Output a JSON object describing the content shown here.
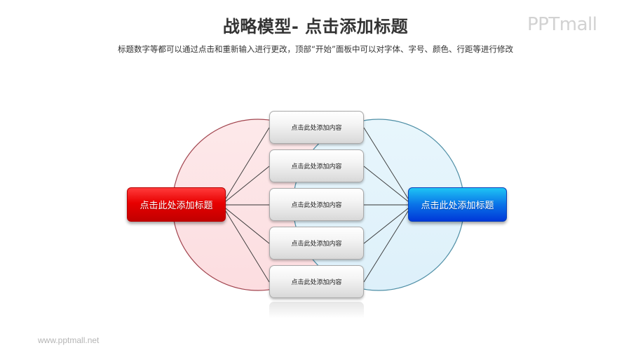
{
  "header": {
    "title": "战略模型- 点击添加标题",
    "subtitle": "标题数字等都可以通过点击和重新输入进行更改，顶部“开始”面板中可以对字体、字号、颜色、行距等进行修改"
  },
  "logo": {
    "text": "PPTmall"
  },
  "footer": {
    "url": "www.pptmall.net"
  },
  "diagram": {
    "left_heading": "点击此处添加标题",
    "right_heading": "点击此处添加标题",
    "items": [
      {
        "label": "点击此处添加内容"
      },
      {
        "label": "点击此处添加内容"
      },
      {
        "label": "点击此处添加内容"
      },
      {
        "label": "点击此处添加内容"
      },
      {
        "label": "点击此处添加内容"
      }
    ],
    "colors": {
      "left_circle_fill": "#fde3e5",
      "left_circle_stroke": "#a2454f",
      "right_circle_fill": "#e3f3fb",
      "right_circle_stroke": "#4f8fa6",
      "left_heading_bg": "#e80000",
      "right_heading_bg": "#0a73e8"
    }
  }
}
